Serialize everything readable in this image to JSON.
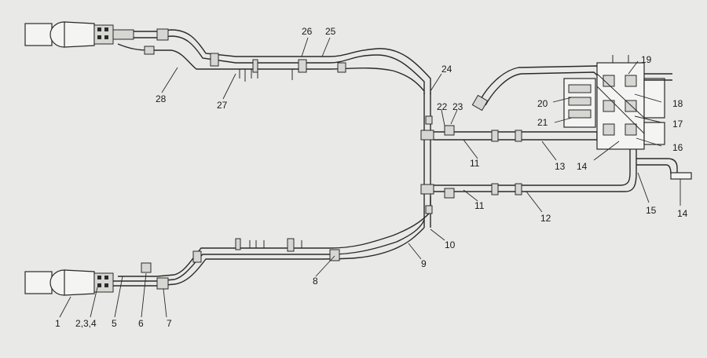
{
  "callouts": [
    {
      "id": "c1",
      "text": "1"
    },
    {
      "id": "c234",
      "text": "2,3,4"
    },
    {
      "id": "c5",
      "text": "5"
    },
    {
      "id": "c6",
      "text": "6"
    },
    {
      "id": "c7",
      "text": "7"
    },
    {
      "id": "c8",
      "text": "8"
    },
    {
      "id": "c9",
      "text": "9"
    },
    {
      "id": "c10",
      "text": "10"
    },
    {
      "id": "c11a",
      "text": "11"
    },
    {
      "id": "c11b",
      "text": "11"
    },
    {
      "id": "c12",
      "text": "12"
    },
    {
      "id": "c13",
      "text": "13"
    },
    {
      "id": "c14a",
      "text": "14"
    },
    {
      "id": "c14b",
      "text": "14"
    },
    {
      "id": "c15",
      "text": "15"
    },
    {
      "id": "c16",
      "text": "16"
    },
    {
      "id": "c17",
      "text": "17"
    },
    {
      "id": "c18",
      "text": "18"
    },
    {
      "id": "c19",
      "text": "19"
    },
    {
      "id": "c20",
      "text": "20"
    },
    {
      "id": "c21",
      "text": "21"
    },
    {
      "id": "c22",
      "text": "22"
    },
    {
      "id": "c23",
      "text": "23"
    },
    {
      "id": "c24",
      "text": "24"
    },
    {
      "id": "c25",
      "text": "25"
    },
    {
      "id": "c26",
      "text": "26"
    },
    {
      "id": "c27",
      "text": "27"
    },
    {
      "id": "c28",
      "text": "28"
    }
  ]
}
